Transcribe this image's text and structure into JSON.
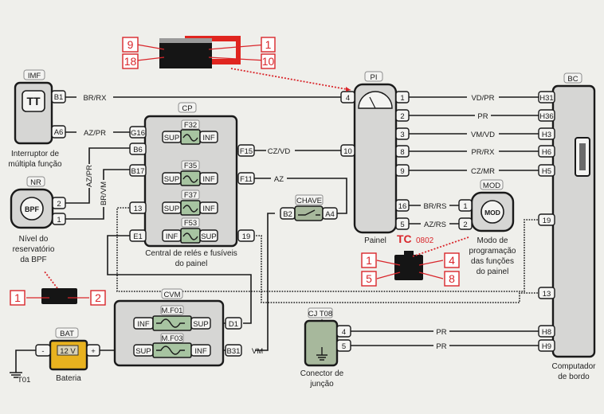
{
  "components": {
    "imf": {
      "tag": "IMF",
      "icon": "TT",
      "caption": [
        "Interruptor de",
        "múltipla função"
      ],
      "pins": [
        "B1",
        "A6"
      ]
    },
    "nr": {
      "tag": "NR",
      "icon": "BPF",
      "caption": [
        "Nível do",
        "reservatório",
        "da BPF"
      ],
      "pins": [
        "2",
        "1"
      ]
    },
    "cp": {
      "tag": "CP",
      "caption": [
        "Central de relés e fusíveis",
        "do painel"
      ],
      "left_pins": [
        "G16",
        "B6",
        "B17",
        "13",
        "E1"
      ],
      "right_pins": [
        "F15",
        "F11",
        "19"
      ],
      "fuses": [
        {
          "name": "F32",
          "left": "SUP",
          "right": "INF"
        },
        {
          "name": "F35",
          "left": "SUP",
          "right": "INF"
        },
        {
          "name": "F37",
          "left": "SUP",
          "right": "INF"
        },
        {
          "name": "F53",
          "left": "INF",
          "right": "SUP"
        }
      ]
    },
    "pi": {
      "tag": "PI",
      "caption": "Painel",
      "left_pins": [
        "4",
        "10"
      ],
      "right_pins": [
        "1",
        "2",
        "3",
        "8",
        "9",
        "16",
        "5"
      ]
    },
    "bc": {
      "tag": "BC",
      "caption": [
        "Computador",
        "de bordo"
      ],
      "pins": [
        "H31",
        "H36",
        "H3",
        "H6",
        "H5",
        "19",
        "13",
        "H8",
        "H9"
      ]
    },
    "mod": {
      "tag": "MOD",
      "icon": "MOD",
      "caption": [
        "Modo de",
        "programação",
        "das funções",
        "do painel"
      ],
      "pins": [
        "1",
        "2"
      ]
    },
    "chave": {
      "tag": "CHAVE",
      "pins": [
        "B2",
        "A4"
      ]
    },
    "cvm": {
      "tag": "CVM",
      "fuses": [
        {
          "name": "M.F01",
          "left": "INF",
          "right": "SUP"
        },
        {
          "name": "M.F03",
          "left": "SUP",
          "right": "INF"
        }
      ],
      "pins": [
        "D1",
        "B31"
      ]
    },
    "bat": {
      "tag": "BAT",
      "voltage": "12 V",
      "caption": "Bateria",
      "neg": "-",
      "pos": "+",
      "ground": "T01"
    },
    "cj": {
      "tag": "CJ T08",
      "caption": [
        "Conector de",
        "junção"
      ],
      "pins": [
        "4",
        "5"
      ]
    }
  },
  "wires": {
    "imf_b1": "BR/RX",
    "imf_a6": "AZ/PR",
    "nr_2": "AZ/PR",
    "nr_1": "BR/VM",
    "f15": "CZ/VD",
    "f11": "AZ",
    "pi1": "VD/PR",
    "pi2": "PR",
    "pi3": "VM/VD",
    "pi8": "PR/RX",
    "pi9": "CZ/MR",
    "pi16": "BR/RS",
    "pi5": "AZ/RS",
    "b31": "VM",
    "cj4": "PR",
    "cj5": "PR"
  },
  "connectors": {
    "pi_connector": {
      "pins": [
        "9",
        "18",
        "1",
        "10"
      ]
    },
    "nr_connector": {
      "pins": [
        "1",
        "2"
      ]
    },
    "mod_connector": {
      "pins": [
        "1",
        "5",
        "4",
        "8"
      ]
    }
  },
  "watermark": {
    "logo": "TC",
    "code": "0802"
  }
}
